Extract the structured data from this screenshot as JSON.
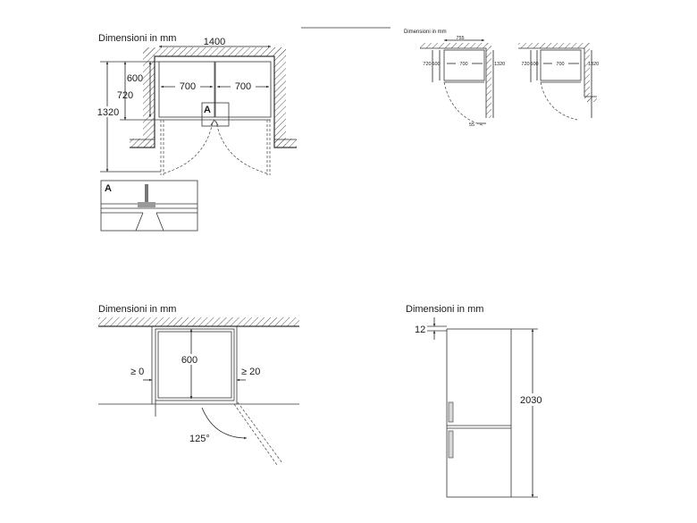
{
  "panels": {
    "top_left": {
      "title": "Dimensioni in mm",
      "dim_width": "1400",
      "dim_door_left": "700",
      "dim_door_right": "700",
      "dim_depth_600": "600",
      "dim_depth_720": "720",
      "dim_depth_1320": "1320",
      "detail_marker": "A",
      "detail_box_label": "A"
    },
    "top_right": {
      "title": "Dimensioni in mm",
      "left_dim_755": "755",
      "left_dim_720": "720",
      "left_dim_600": "600",
      "left_dim_700": "700",
      "left_dim_1320": "1320",
      "left_dim_55": "55",
      "right_dim_720": "720",
      "right_dim_600": "600",
      "right_dim_700": "700",
      "right_dim_1320": "1320"
    },
    "bottom_left": {
      "title": "Dimensioni in mm",
      "dim_depth": "600",
      "gap_left": "≥ 0",
      "gap_right": "≥ 20",
      "angle": "125°"
    },
    "bottom_right": {
      "title": "Dimensioni in mm",
      "dim_gap": "12",
      "dim_height": "2030"
    }
  },
  "colors": {
    "line": "#333333",
    "hatch": "#555555",
    "fridge_fill": "#e6e6e6"
  }
}
